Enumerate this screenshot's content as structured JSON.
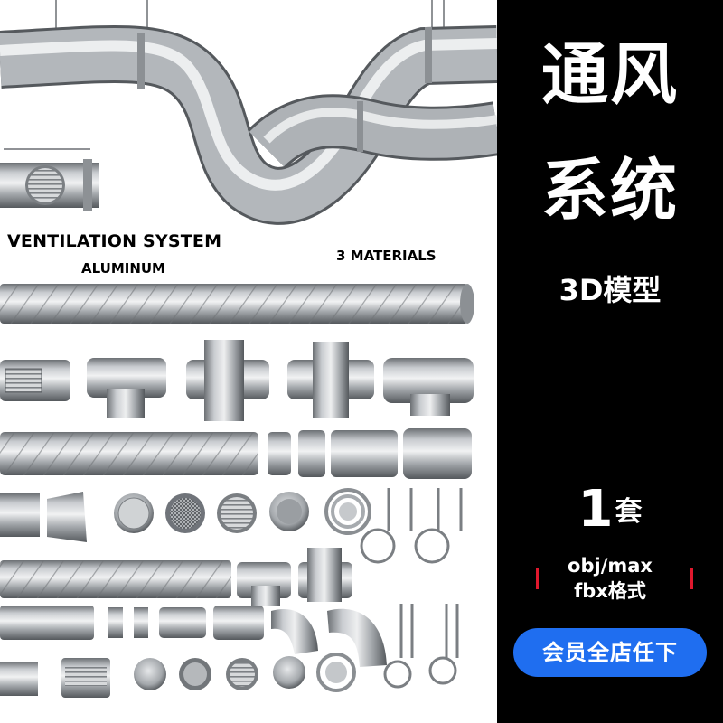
{
  "product": {
    "title_en": "VENTILATION SYSTEM",
    "material": "ALUMINUM",
    "materials_count": "3 MATERIALS"
  },
  "side": {
    "heading_line1": "通风",
    "heading_line2": "系统",
    "subheading": "3D模型",
    "set_number": "1",
    "set_unit": "套",
    "formats_line1": "obj/max",
    "formats_line2": "fbx格式",
    "promo_label": "会员全店任下"
  },
  "colors": {
    "background": "#000000",
    "panel": "#ffffff",
    "text_light": "#ffffff",
    "accent_red": "#e0182d",
    "button_blue": "#1f6ef0",
    "metal": "#a9adb2"
  },
  "icons": [
    "duct-pipe",
    "duct-elbow",
    "duct-tee",
    "duct-cross",
    "duct-reducer",
    "vent-grille",
    "duct-cap",
    "hanger-ring"
  ]
}
